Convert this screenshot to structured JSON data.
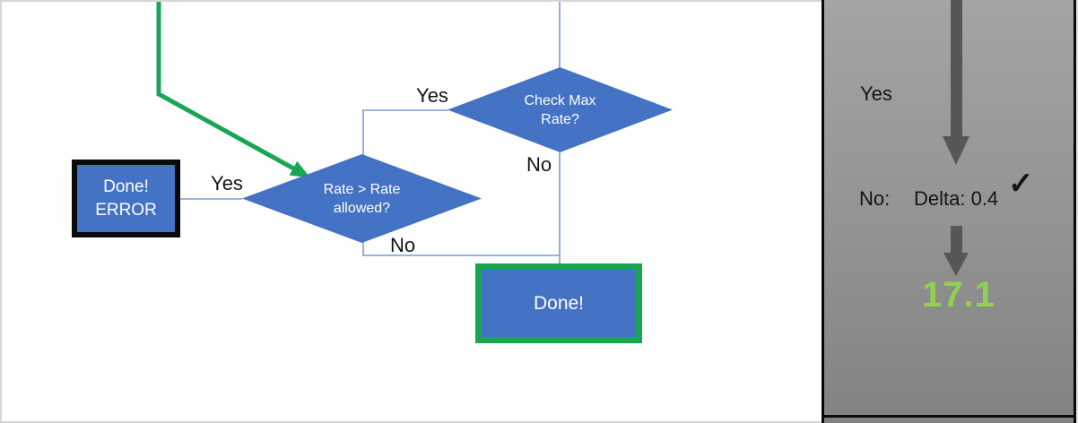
{
  "flowchart": {
    "decision_check_max_rate": {
      "line1": "Check Max",
      "line2": "Rate?"
    },
    "decision_rate_allowed": {
      "line1": "Rate > Rate",
      "line2": "allowed?"
    },
    "error_box": {
      "line1": "Done!",
      "line2": "ERROR"
    },
    "done_box": {
      "label": "Done!"
    },
    "edge_labels": {
      "check_max_yes": "Yes",
      "check_max_no": "No",
      "rate_allowed_yes": "Yes",
      "rate_allowed_no": "No"
    }
  },
  "side_panel": {
    "yes_label": "Yes",
    "no_label": "No:",
    "delta_value": "Delta: 0.4",
    "check_glyph": "✓",
    "result_value": "17.1"
  },
  "colors": {
    "shape_blue": "#4472C4",
    "connector_blue": "#7C9AD3",
    "flow_green": "#18A654",
    "result_green": "#92D050",
    "arrow_gray": "#575757",
    "panel_gray_top": "#A4A4A4",
    "panel_gray_bottom": "#828282",
    "border_black": "#0A0A0A"
  }
}
